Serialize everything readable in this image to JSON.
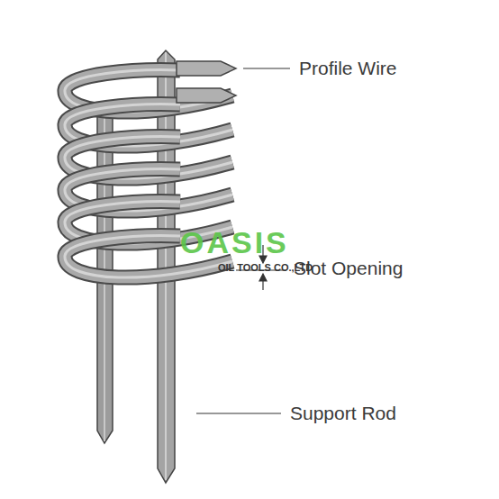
{
  "diagram": {
    "labels": [
      "Profile Wire",
      "Slot Opening",
      "Support Rod",
      "OASIS",
      "OIL TOOLS CO.,LTD"
    ]
  }
}
